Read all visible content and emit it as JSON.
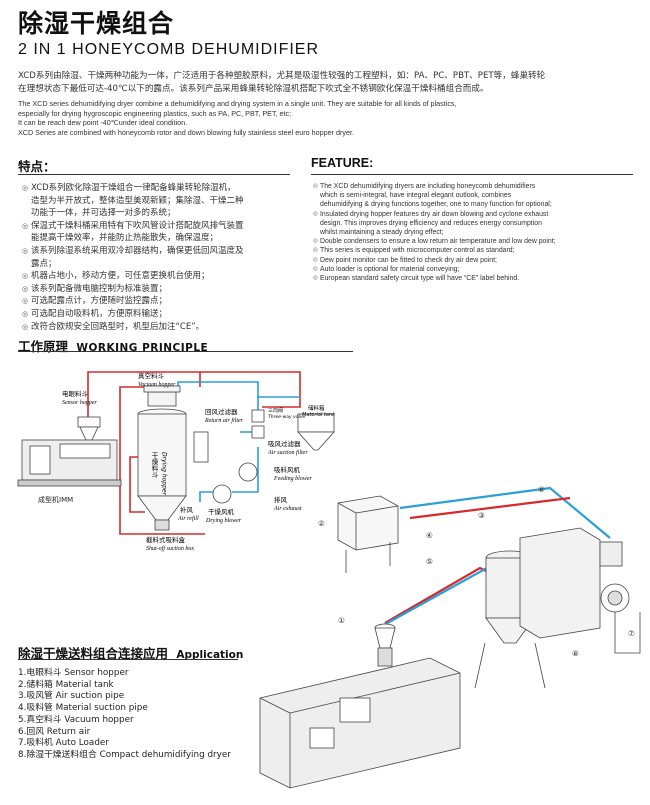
{
  "header": {
    "title_cn": "除湿干燥组合",
    "title_en": "2 IN 1 HONEYCOMB DEHUMIDIFIER"
  },
  "intro": {
    "cn": [
      "XCD系列由除湿、干燥两种功能为一体，广泛适用于各种塑胶原料，尤其是吸湿性较强的工程塑料，如：PA、PC、PBT、PET等，蜂巢转轮",
      "在理想状态下最低可达-40℃以下的露点。该系列产品采用蜂巢转轮除湿机搭配下吹式全不锈钢欧化保温干燥料桶组合而成。"
    ],
    "en": [
      "The XCD series dehumidifying dryer combine a dehumidifying and drying system in a single unit. They are suitable for all kinds of plastics,",
      "especially for drying hygroscopic engineering plastics, such as PA, PC, PBT, PET, etc;",
      "It can be reach dew point -40℃under ideal condition.",
      "XCD Series are combined with honeycomb rotor and down blowing fully stainless steel euro hopper dryer."
    ]
  },
  "features_cn": {
    "heading": "特点：",
    "items": [
      "XCD系列欧化除湿干燥组合一律配备蜂巢转轮除湿机，",
      "造型为半开放式，整体造型美观新颖；集除湿、干燥二种",
      "功能于一体，并可选择一对多的系统；",
      "保温式干燥料桶采用特有下吹风管设计搭配旋风排气装置",
      "能提高干燥效率，并能防止热能散失，确保温度；",
      "该系列除湿系统采用双冷却器结构，确保更低回风温度及",
      "露点；",
      "机器占地小，移动方便，可任意更换机台使用；",
      "该系列配备微电脑控制为标准装置；",
      "可选配露点计，方便随时监控露点；",
      "可选配自动吸料机，方便原料输送；",
      "改符合欧规安全回路型时，机型后加注“CE”。"
    ],
    "bullets": [
      true,
      false,
      false,
      true,
      false,
      true,
      false,
      true,
      true,
      true,
      true,
      true
    ]
  },
  "features_en": {
    "heading": "FEATURE:",
    "items": [
      "The XCD dehumidifying dryers are including honeycomb dehumidifiers",
      "which is semi-integral, have integral elegant outlook, combines",
      "dehumidifying & drying functions together, one to many function for optional;",
      "Insulated drying hopper features dry air down blowing and cyclone exhaust",
      "design. This improves drying efficiency and reduces energy consumption",
      "whilst maintaining a steady drying effect;",
      "Double condensers to ensure a low return air temperature and low dew point;",
      "This series is equipped with microcomputer control as standard;",
      "Dew point monitor can be fitted to check dry air dew point;",
      "Auto loader is optional for material conveying;",
      "European standard safety circuit type will have  “CE”  label behind."
    ],
    "bullets": [
      true,
      false,
      false,
      true,
      false,
      false,
      true,
      true,
      true,
      true,
      true
    ]
  },
  "working": {
    "heading_cn": "工作原理",
    "heading_en": "WORKING PRINCIPLE",
    "labels": {
      "sensor_hopper_cn": "电眼料斗",
      "sensor_hopper_en": "Sensor hopper",
      "vacuum_hopper_cn": "真空料斗",
      "vacuum_hopper_en": "Vacuum hopper",
      "return_filter_cn": "回风过滤器",
      "return_filter_en": "Return air filter",
      "three_way_cn": "三向阀",
      "three_way_en": "Three-way valve",
      "material_tank_cn": "储料箱",
      "material_tank_en": "Material tank",
      "suction_filter_cn": "吸风过滤器",
      "suction_filter_en": "Air suction filter",
      "feeding_blower_cn": "吸料风机",
      "feeding_blower_en": "Feeding blower",
      "exhaust_cn": "排风",
      "exhaust_en": "Air exhaust",
      "drying_hopper_cn": "干燥料斗",
      "drying_hopper_en": "Drying hopper",
      "refill_cn": "补风",
      "refill_en": "Air refill",
      "drying_blower_cn": "干燥风机",
      "drying_blower_en": "Drying blower",
      "shutoff_cn": "截料式吸料盒",
      "shutoff_en": "Shut-off suction box",
      "imm": "成型机IMM"
    }
  },
  "application": {
    "heading_cn": "除湿干燥送料组合连接应用",
    "heading_en": "Application",
    "items": [
      "1.电眼料斗  Sensor hopper",
      "2.储料箱  Material tank",
      "3.吸风管  Air suction pipe",
      "4.吸料管  Material suction pipe",
      "5.真空料斗  Vacuum hopper",
      "6.回风  Return air",
      "7.吸料机  Auto Loader",
      "8.除湿干燥送料组合 Compact dehumidifying dryer"
    ],
    "numbers": [
      "①",
      "②",
      "③",
      "④",
      "⑤",
      "⑥",
      "⑦",
      "⑧"
    ]
  },
  "colors": {
    "air_line": "#2a9fd6",
    "material_line": "#d62a2a",
    "machine": "#555555"
  }
}
